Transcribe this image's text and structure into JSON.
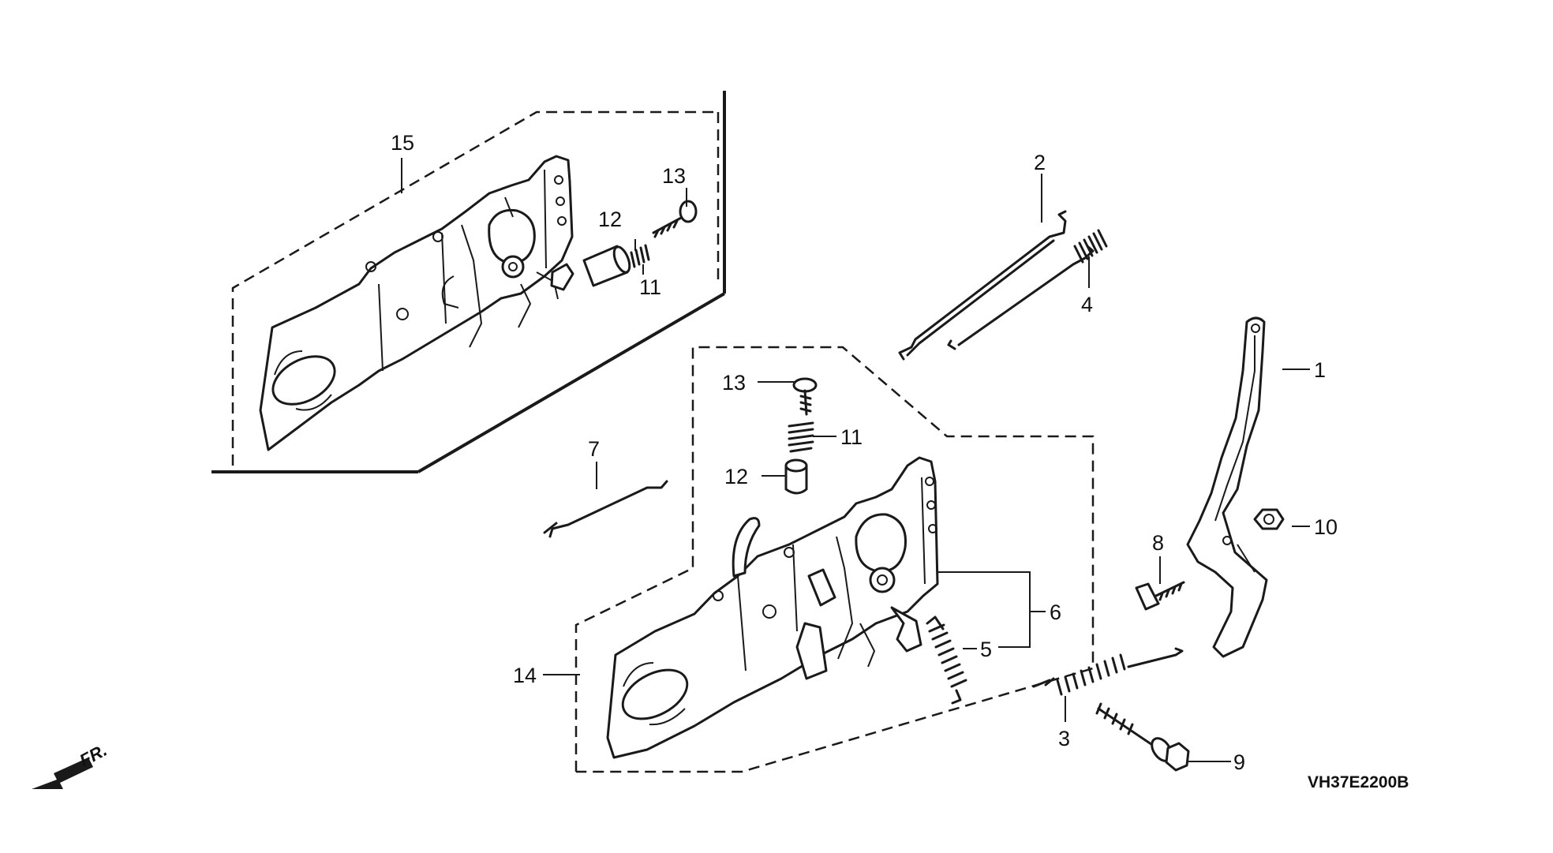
{
  "callouts": {
    "c1": "1",
    "c2": "2",
    "c3": "3",
    "c4": "4",
    "c5": "5",
    "c6": "6",
    "c7": "7",
    "c8": "8",
    "c9": "9",
    "c10": "10",
    "c11a": "11",
    "c11b": "11",
    "c12a": "12",
    "c12b": "12",
    "c13a": "13",
    "c13b": "13",
    "c14": "14",
    "c15": "15"
  },
  "direction_label": "FR.",
  "diagram_code": "VH37E2200B"
}
